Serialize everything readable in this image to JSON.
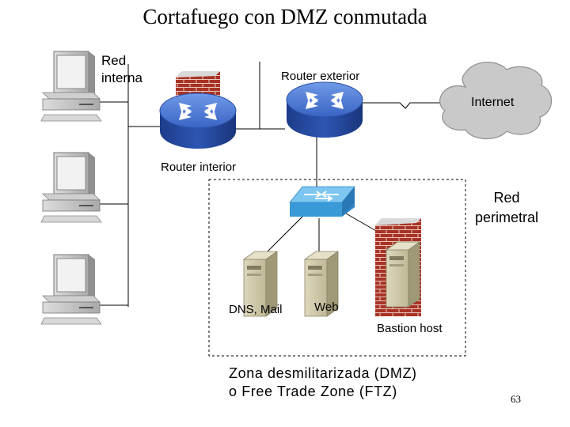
{
  "title": "Cortafuego con DMZ conmutada",
  "labels": {
    "internal_network": [
      "Red",
      "interna"
    ],
    "outer_router": "Router exterior",
    "internet": "Internet",
    "inner_router": "Router interior",
    "perimeter_network": [
      "Red",
      "perimetral"
    ],
    "dns_mail": "DNS, Mail",
    "web": "Web",
    "bastion": "Bastion host",
    "dmz_caption": [
      "Zona desmilitarizada (DMZ)",
      "o Free Trade Zone (FTZ)"
    ]
  },
  "page_number": "63",
  "icons": [
    "desktop-pc-icon",
    "firewall-brick-icon",
    "router-icon",
    "cloud-icon",
    "switch-icon",
    "server-icon"
  ],
  "colors": {
    "router_blue": "#3f6fd0",
    "brick_red": "#b33a2b",
    "switch_blue": "#3a9ad8",
    "cloud_gray": "#c9c9c9",
    "server_beige": "#d2ccae"
  }
}
